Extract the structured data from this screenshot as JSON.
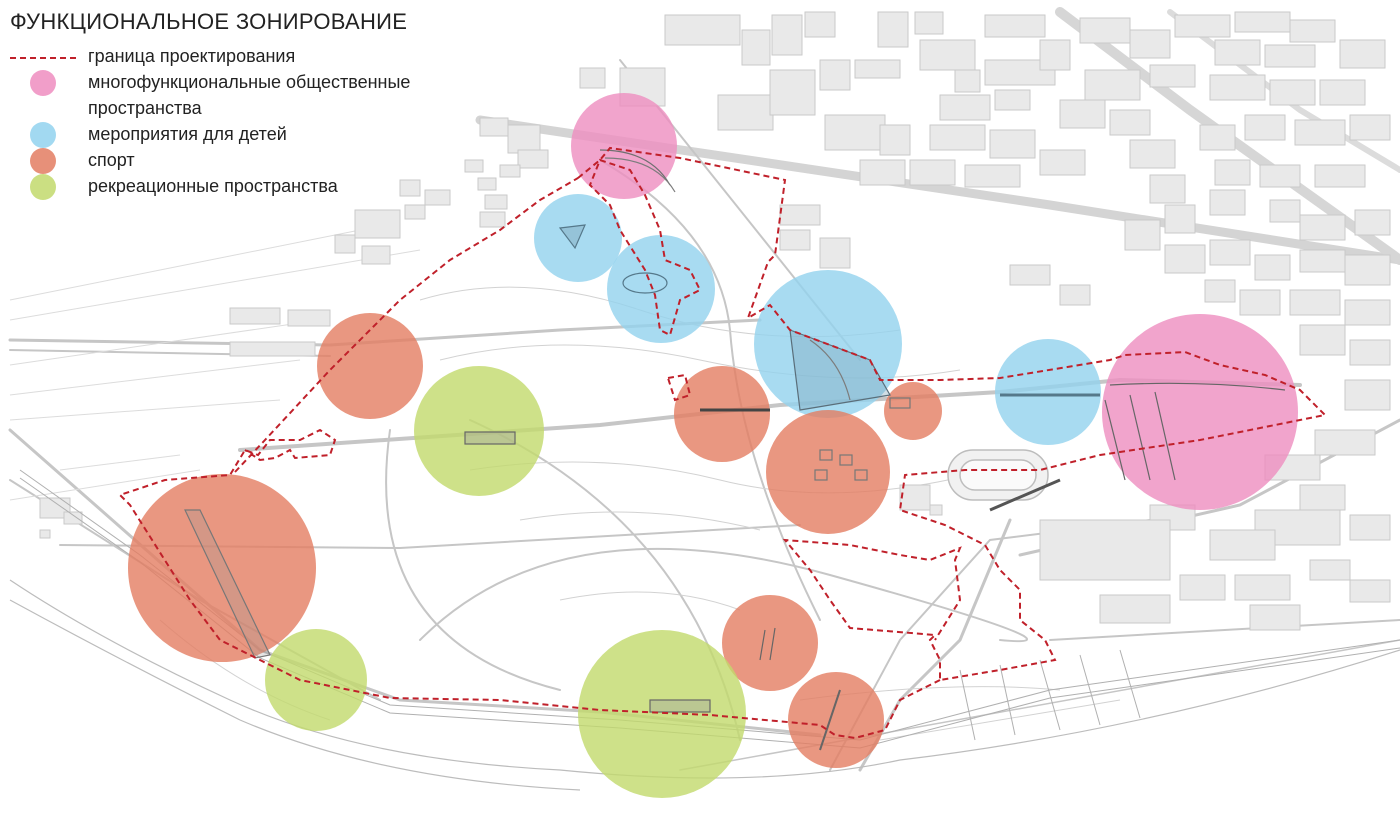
{
  "title": "ФУНКЦИОНАЛЬНОЕ ЗОНИРОВАНИЕ",
  "legend": {
    "boundary": {
      "label": "граница проектирования",
      "color": "#c0202a"
    },
    "zones": [
      {
        "key": "multi",
        "label_lines": [
          "многофункциональные общественные",
          "пространства"
        ],
        "color": "#ee8dbf"
      },
      {
        "key": "kids",
        "label_lines": [
          "мероприятия для детей"
        ],
        "color": "#92d2ee"
      },
      {
        "key": "sport",
        "label_lines": [
          "спорт"
        ],
        "color": "#e37d62"
      },
      {
        "key": "recreation",
        "label_lines": [
          "рекреационные пространства"
        ],
        "color": "#c2d96c"
      }
    ]
  },
  "map": {
    "background": "#ffffff",
    "building_color": "#e9e9e9",
    "line_color": "#b8b8b8",
    "zone_opacity": 0.8
  }
}
